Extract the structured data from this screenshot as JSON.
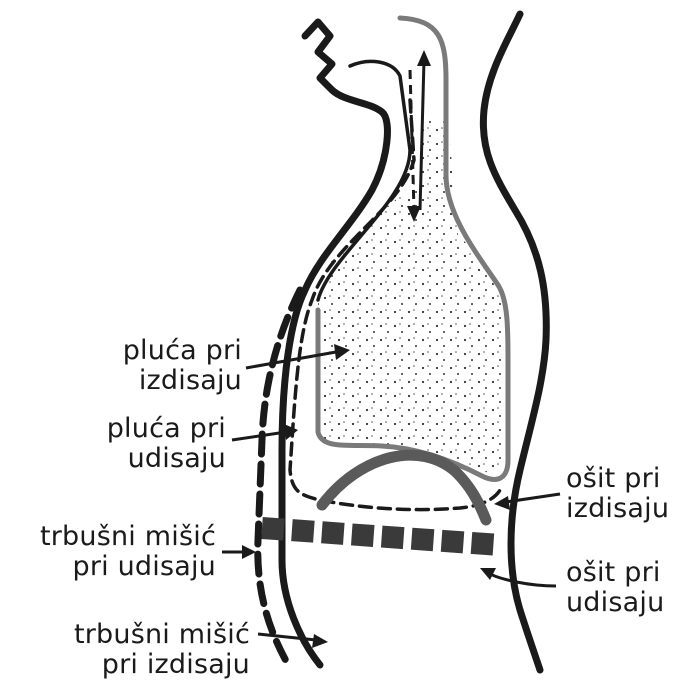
{
  "labels": {
    "lungs_exhale": {
      "line1": "pluća pri",
      "line2": "izdisaju"
    },
    "lungs_inhale": {
      "line1": "pluća pri",
      "line2": "udisaju"
    },
    "abdominal_inhale": {
      "line1": "trbušni mišić",
      "line2": "pri udisaju"
    },
    "abdominal_exhale": {
      "line1": "trbušni mišić",
      "line2": "pri izdisaju"
    },
    "diaphragm_exhale": {
      "line1": "ošit pri",
      "line2": "izdisaju"
    },
    "diaphragm_inhale": {
      "line1": "ošit pri",
      "line2": "udisaju"
    }
  },
  "colors": {
    "ink": "#1a1a1a",
    "gray_stroke": "#7a7a7a",
    "diaphragm": "#5a5a5a",
    "background": "#ffffff"
  }
}
